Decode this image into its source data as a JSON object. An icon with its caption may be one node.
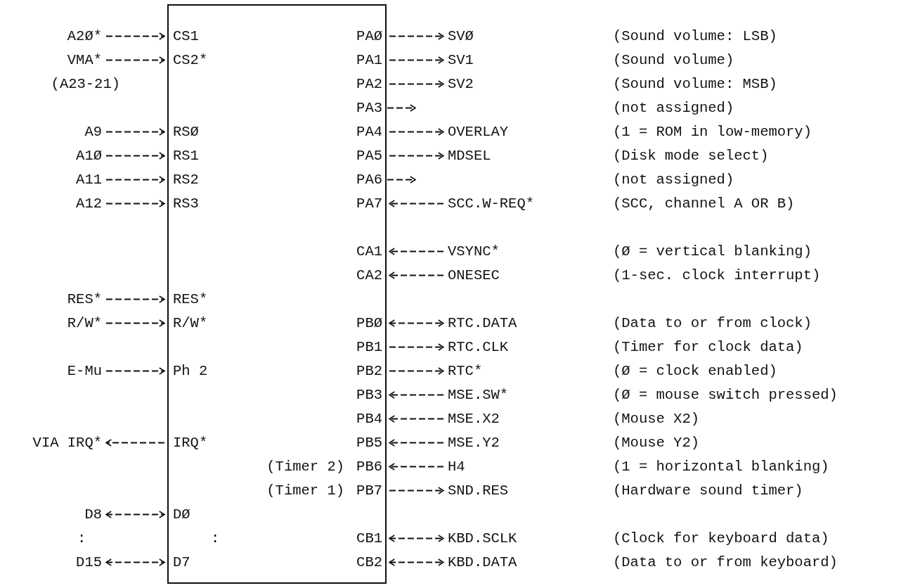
{
  "diagram": {
    "nodes": [
      {
        "text": [],
        "shape": "box"
      },
      {
        "text": [
          "A2Ø*"
        ]
      },
      {
        "text": [
          "CS1"
        ],
        "in": 0
      },
      {
        "text": [
          "PAØ"
        ],
        "in": 0
      },
      {
        "text": [
          "SVØ"
        ]
      },
      {
        "text": [
          "VMA*"
        ],
        "beside": [
          "(A23-21)"
        ]
      },
      {
        "text": [
          "CS2*"
        ],
        "in": 0
      },
      {
        "text": [
          "PA1"
        ],
        "in": 0
      },
      {
        "text": [
          "SV1"
        ]
      },
      {
        "text": [
          "PA2"
        ],
        "in": 0
      },
      {
        "text": [
          "SV2"
        ]
      },
      {
        "text": [
          "PA3"
        ],
        "in": 0
      },
      {
        "text": [
          "A9"
        ]
      },
      {
        "text": [
          "RSØ"
        ],
        "in": 0
      },
      {
        "text": [
          "PA4"
        ],
        "in": 0
      },
      {
        "text": [
          "OVERLAY"
        ]
      },
      {
        "text": [
          "A1Ø"
        ]
      },
      {
        "text": [
          "RS1"
        ],
        "in": 0
      },
      {
        "text": [
          "PA5"
        ],
        "in": 0
      },
      {
        "text": [
          "MDSEL"
        ]
      },
      {
        "text": [
          "A11"
        ]
      },
      {
        "text": [
          "RS2"
        ],
        "in": 0
      },
      {
        "text": [
          "PA6"
        ],
        "in": 0
      },
      {
        "text": [
          "A12"
        ]
      },
      {
        "text": [
          "RS3"
        ],
        "in": 0
      },
      {
        "text": [
          "PA7"
        ],
        "in": 0
      },
      {
        "text": [
          "SCC.W-REQ*"
        ]
      },
      {
        "text": [
          "CA1"
        ],
        "in": 0
      },
      {
        "text": [
          "VSYNC*"
        ]
      },
      {
        "text": [
          "CA2"
        ],
        "in": 0
      },
      {
        "text": [
          "ONESEC"
        ]
      },
      {
        "text": [
          "RES*"
        ]
      },
      {
        "text": [
          "RES*"
        ],
        "in": 0
      },
      {
        "text": [
          "R/W*"
        ]
      },
      {
        "text": [
          "R/W*"
        ],
        "in": 0
      },
      {
        "text": [
          "PBØ"
        ],
        "in": 0
      },
      {
        "text": [
          "RTC.DATA"
        ]
      },
      {
        "text": [
          "PB1"
        ],
        "in": 0
      },
      {
        "text": [
          "RTC.CLK"
        ]
      },
      {
        "text": [
          "E-Mu"
        ]
      },
      {
        "text": [
          "Ph 2"
        ],
        "in": 0
      },
      {
        "text": [
          "PB2"
        ],
        "in": 0
      },
      {
        "text": [
          "RTC*"
        ]
      },
      {
        "text": [
          "PB3"
        ],
        "in": 0
      },
      {
        "text": [
          "MSE.SW*"
        ]
      },
      {
        "text": [
          "PB4"
        ],
        "in": 0
      },
      {
        "text": [
          "MSE.X2"
        ]
      },
      {
        "text": [
          "VIA IRQ*"
        ]
      },
      {
        "text": [
          "IRQ*"
        ],
        "in": 0
      },
      {
        "text": [
          "PB5"
        ],
        "in": 0
      },
      {
        "text": [
          "MSE.Y2"
        ]
      },
      {
        "text": [
          "PB6"
        ],
        "in": 0,
        "beside": [
          "(Timer 2)"
        ]
      },
      {
        "text": [
          "H4"
        ]
      },
      {
        "text": [
          "PB7"
        ],
        "in": 0,
        "beside": [
          "(Timer 1)"
        ]
      },
      {
        "text": [
          "SND.RES"
        ]
      },
      {
        "text": [
          "D8"
        ]
      },
      {
        "text": [
          "DØ"
        ],
        "in": 0
      },
      {
        "text": [
          "CB1"
        ],
        "in": 0
      },
      {
        "text": [
          "KBD.SCLK"
        ]
      },
      {
        "text": [
          "D15"
        ]
      },
      {
        "text": [
          "D7"
        ],
        "in": 0
      },
      {
        "text": [
          "CB2"
        ],
        "in": 0
      },
      {
        "text": [
          "KBD.DATA"
        ]
      }
    ],
    "edges": [
      {
        "from": 1,
        "to": 2,
        "arrow": "to"
      },
      {
        "from": 3,
        "to": 4,
        "arrow": "to"
      },
      {
        "from": 5,
        "to": 6,
        "arrow": "to"
      },
      {
        "from": 7,
        "to": 8,
        "arrow": "to"
      },
      {
        "from": 9,
        "to": 10,
        "arrow": "to"
      },
      {
        "from": 11,
        "to": null,
        "arrow": "to"
      },
      {
        "from": 12,
        "to": 13,
        "arrow": "to"
      },
      {
        "from": 14,
        "to": 15,
        "arrow": "to"
      },
      {
        "from": 16,
        "to": 17,
        "arrow": "to"
      },
      {
        "from": 18,
        "to": 19,
        "arrow": "to"
      },
      {
        "from": 20,
        "to": 21,
        "arrow": "to"
      },
      {
        "from": 22,
        "to": null,
        "arrow": "to"
      },
      {
        "from": 23,
        "to": 24,
        "arrow": "to"
      },
      {
        "from": 26,
        "to": 25,
        "arrow": "to"
      },
      {
        "from": 28,
        "to": 27,
        "arrow": "to"
      },
      {
        "from": 30,
        "to": 29,
        "arrow": "to"
      },
      {
        "from": 31,
        "to": 32,
        "arrow": "to"
      },
      {
        "from": 33,
        "to": 34,
        "arrow": "to"
      },
      {
        "from": 35,
        "to": 36,
        "arrow": "both"
      },
      {
        "from": 37,
        "to": 38,
        "arrow": "to"
      },
      {
        "from": 39,
        "to": 40,
        "arrow": "to"
      },
      {
        "from": 41,
        "to": 42,
        "arrow": "to"
      },
      {
        "from": 44,
        "to": 43,
        "arrow": "to"
      },
      {
        "from": 46,
        "to": 45,
        "arrow": "to"
      },
      {
        "from": 48,
        "to": 47,
        "arrow": "to"
      },
      {
        "from": 50,
        "to": 49,
        "arrow": "to"
      },
      {
        "from": 52,
        "to": 51,
        "arrow": "to"
      },
      {
        "from": 53,
        "to": 54,
        "arrow": "to"
      },
      {
        "from": 55,
        "to": 56,
        "arrow": "both"
      },
      {
        "from": 57,
        "to": 58,
        "arrow": "both"
      },
      {
        "from": 59,
        "to": 60,
        "arrow": "both"
      },
      {
        "from": 61,
        "to": 62,
        "arrow": "both"
      }
    ],
    "labels": [
      "(Sound volume: LSB)",
      "(Sound volume)",
      "(Sound volume: MSB)",
      "(not assigned)",
      "(1 = ROM in low-memory)",
      "(Disk mode select)",
      "(not assigned)",
      "(SCC, channel A OR B)",
      "(Ø = vertical blanking)",
      "(1-sec. clock interrupt)",
      "(Data to or from clock)",
      "(Timer for clock data)",
      "(Ø = clock enabled)",
      "(Ø = mouse switch pressed)",
      "(Mouse X2)",
      "(Mouse Y2)",
      "(1 = horizontal blanking)",
      "(Hardware sound timer)",
      ":",
      ":",
      "(Clock for keyboard data)",
      "(Data to or from keyboard)"
    ]
  }
}
